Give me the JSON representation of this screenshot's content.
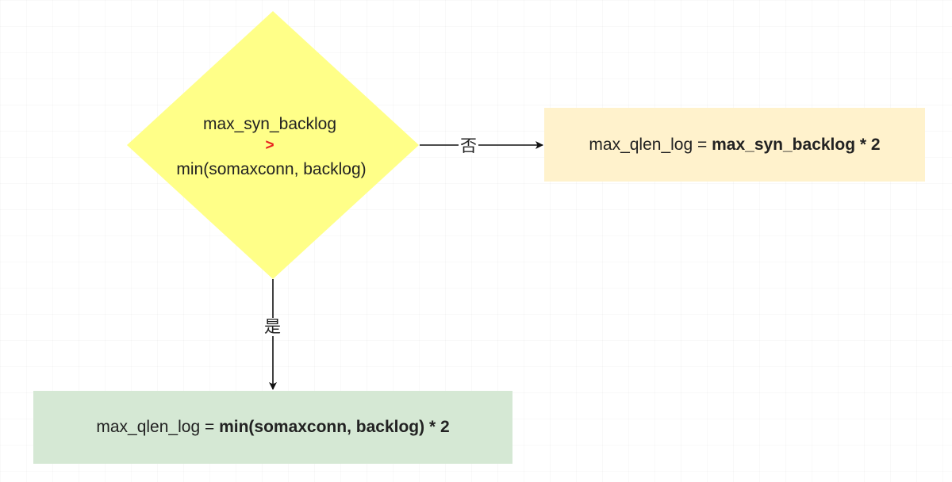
{
  "diagram": {
    "decision": {
      "line1": "max_syn_backlog",
      "operator": ">",
      "line2": "min(somaxconn, backlog)",
      "fill": "#ffff88"
    },
    "edge_no": {
      "label": "否"
    },
    "edge_yes": {
      "label": "是"
    },
    "result_no": {
      "prefix": "max_qlen_log = ",
      "emphasis": "max_syn_backlog",
      "suffix": " * 2",
      "fill": "#fff2cc"
    },
    "result_yes": {
      "prefix": "max_qlen_log = ",
      "emphasis": "min(somaxconn, backlog)",
      "suffix": " * 2",
      "fill": "#d5e8d4"
    }
  }
}
